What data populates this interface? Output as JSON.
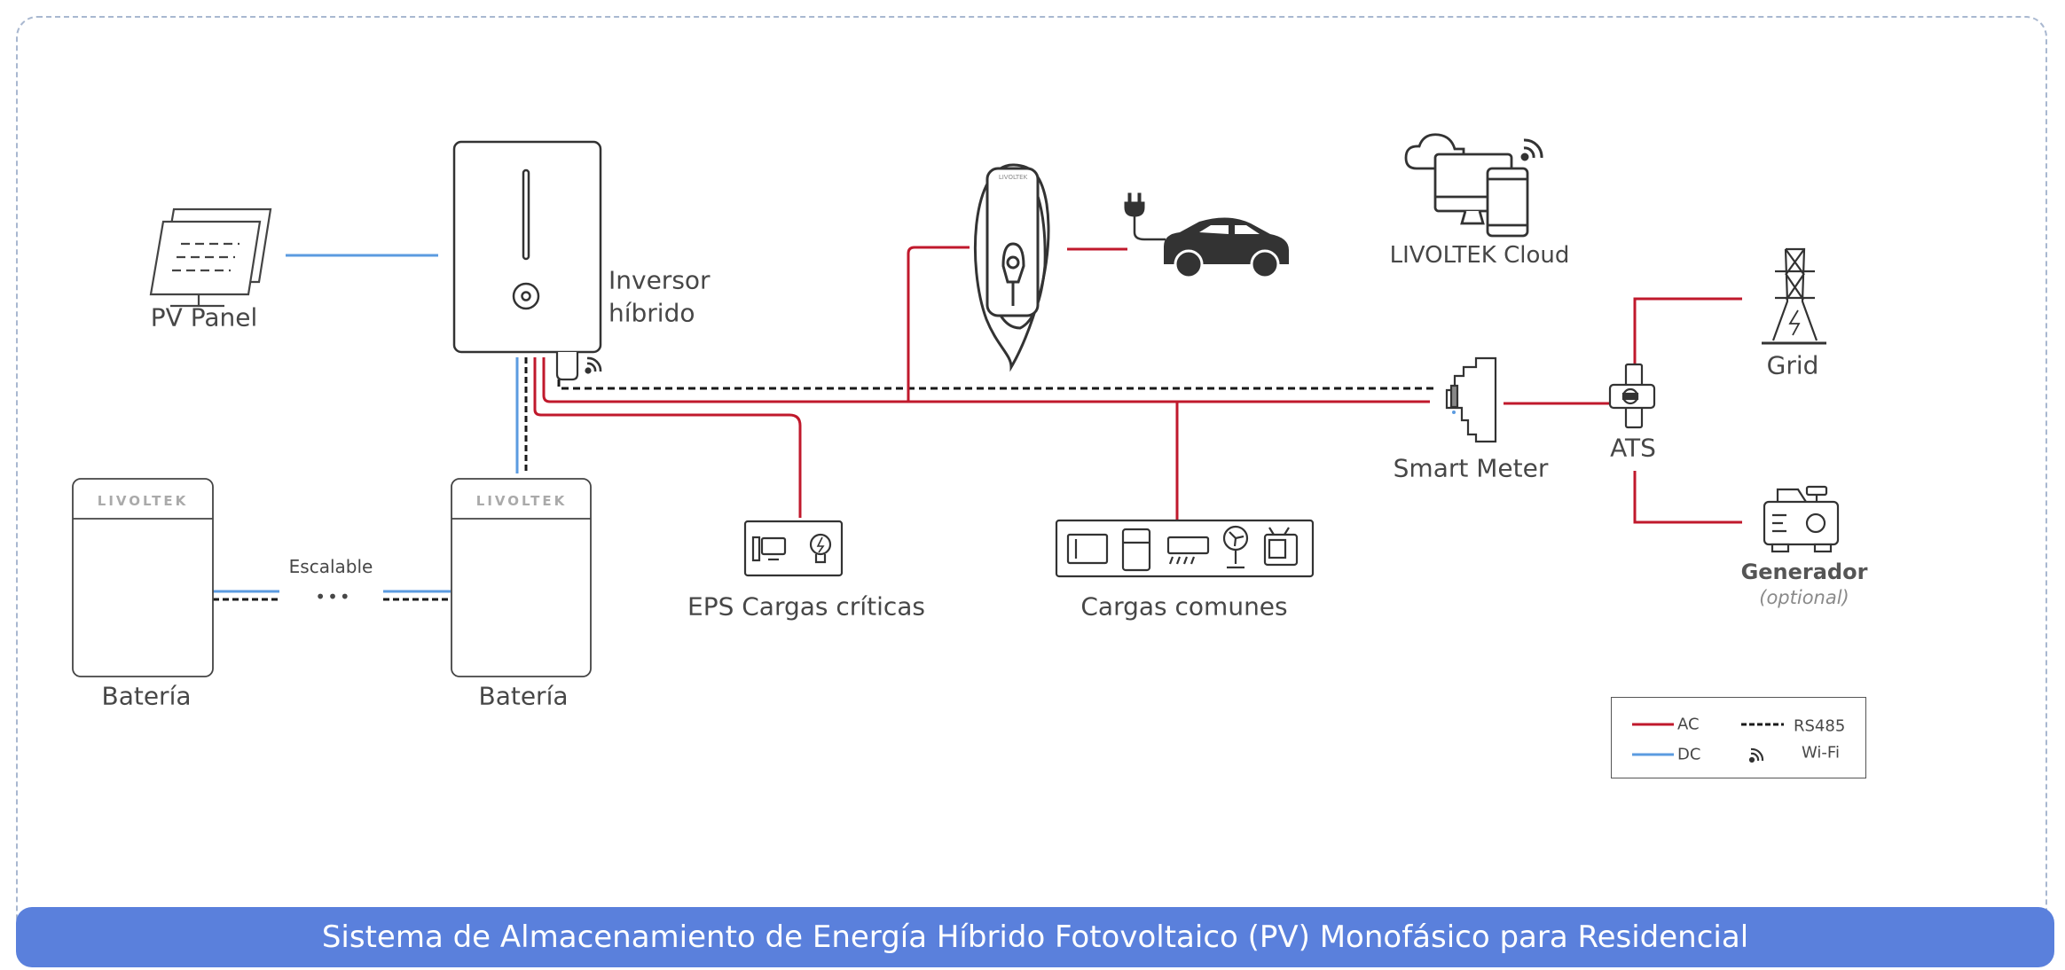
{
  "title": "Sistema de Almacenamiento de Energía Híbrido Fotovoltaico (PV) Monofásico para Residencial",
  "components": {
    "pv_panel": "PV Panel",
    "inverter_line1": "Inversor",
    "inverter_line2": "híbrido",
    "battery_left": "Batería",
    "battery_right": "Batería",
    "battery_brand": "LIVOLTEK",
    "scalable": "Escalable",
    "scalable_dots": "•••",
    "eps_loads": "EPS Cargas críticas",
    "common_loads": "Cargas comunes",
    "charger_brand": "LIVOLTEK",
    "cloud": "LIVOLTEK Cloud",
    "smart_meter": "Smart Meter",
    "ats": "ATS",
    "grid": "Grid",
    "generator": "Generador",
    "generator_note": "(optional)"
  },
  "legend": {
    "ac": "AC",
    "dc": "DC",
    "rs485": "RS485",
    "wifi": "Wi-Fi"
  },
  "colors": {
    "ac": "#c0192c",
    "dc": "#5b9be0",
    "rs485": "#1a1a1a",
    "banner": "#5a80dc"
  }
}
